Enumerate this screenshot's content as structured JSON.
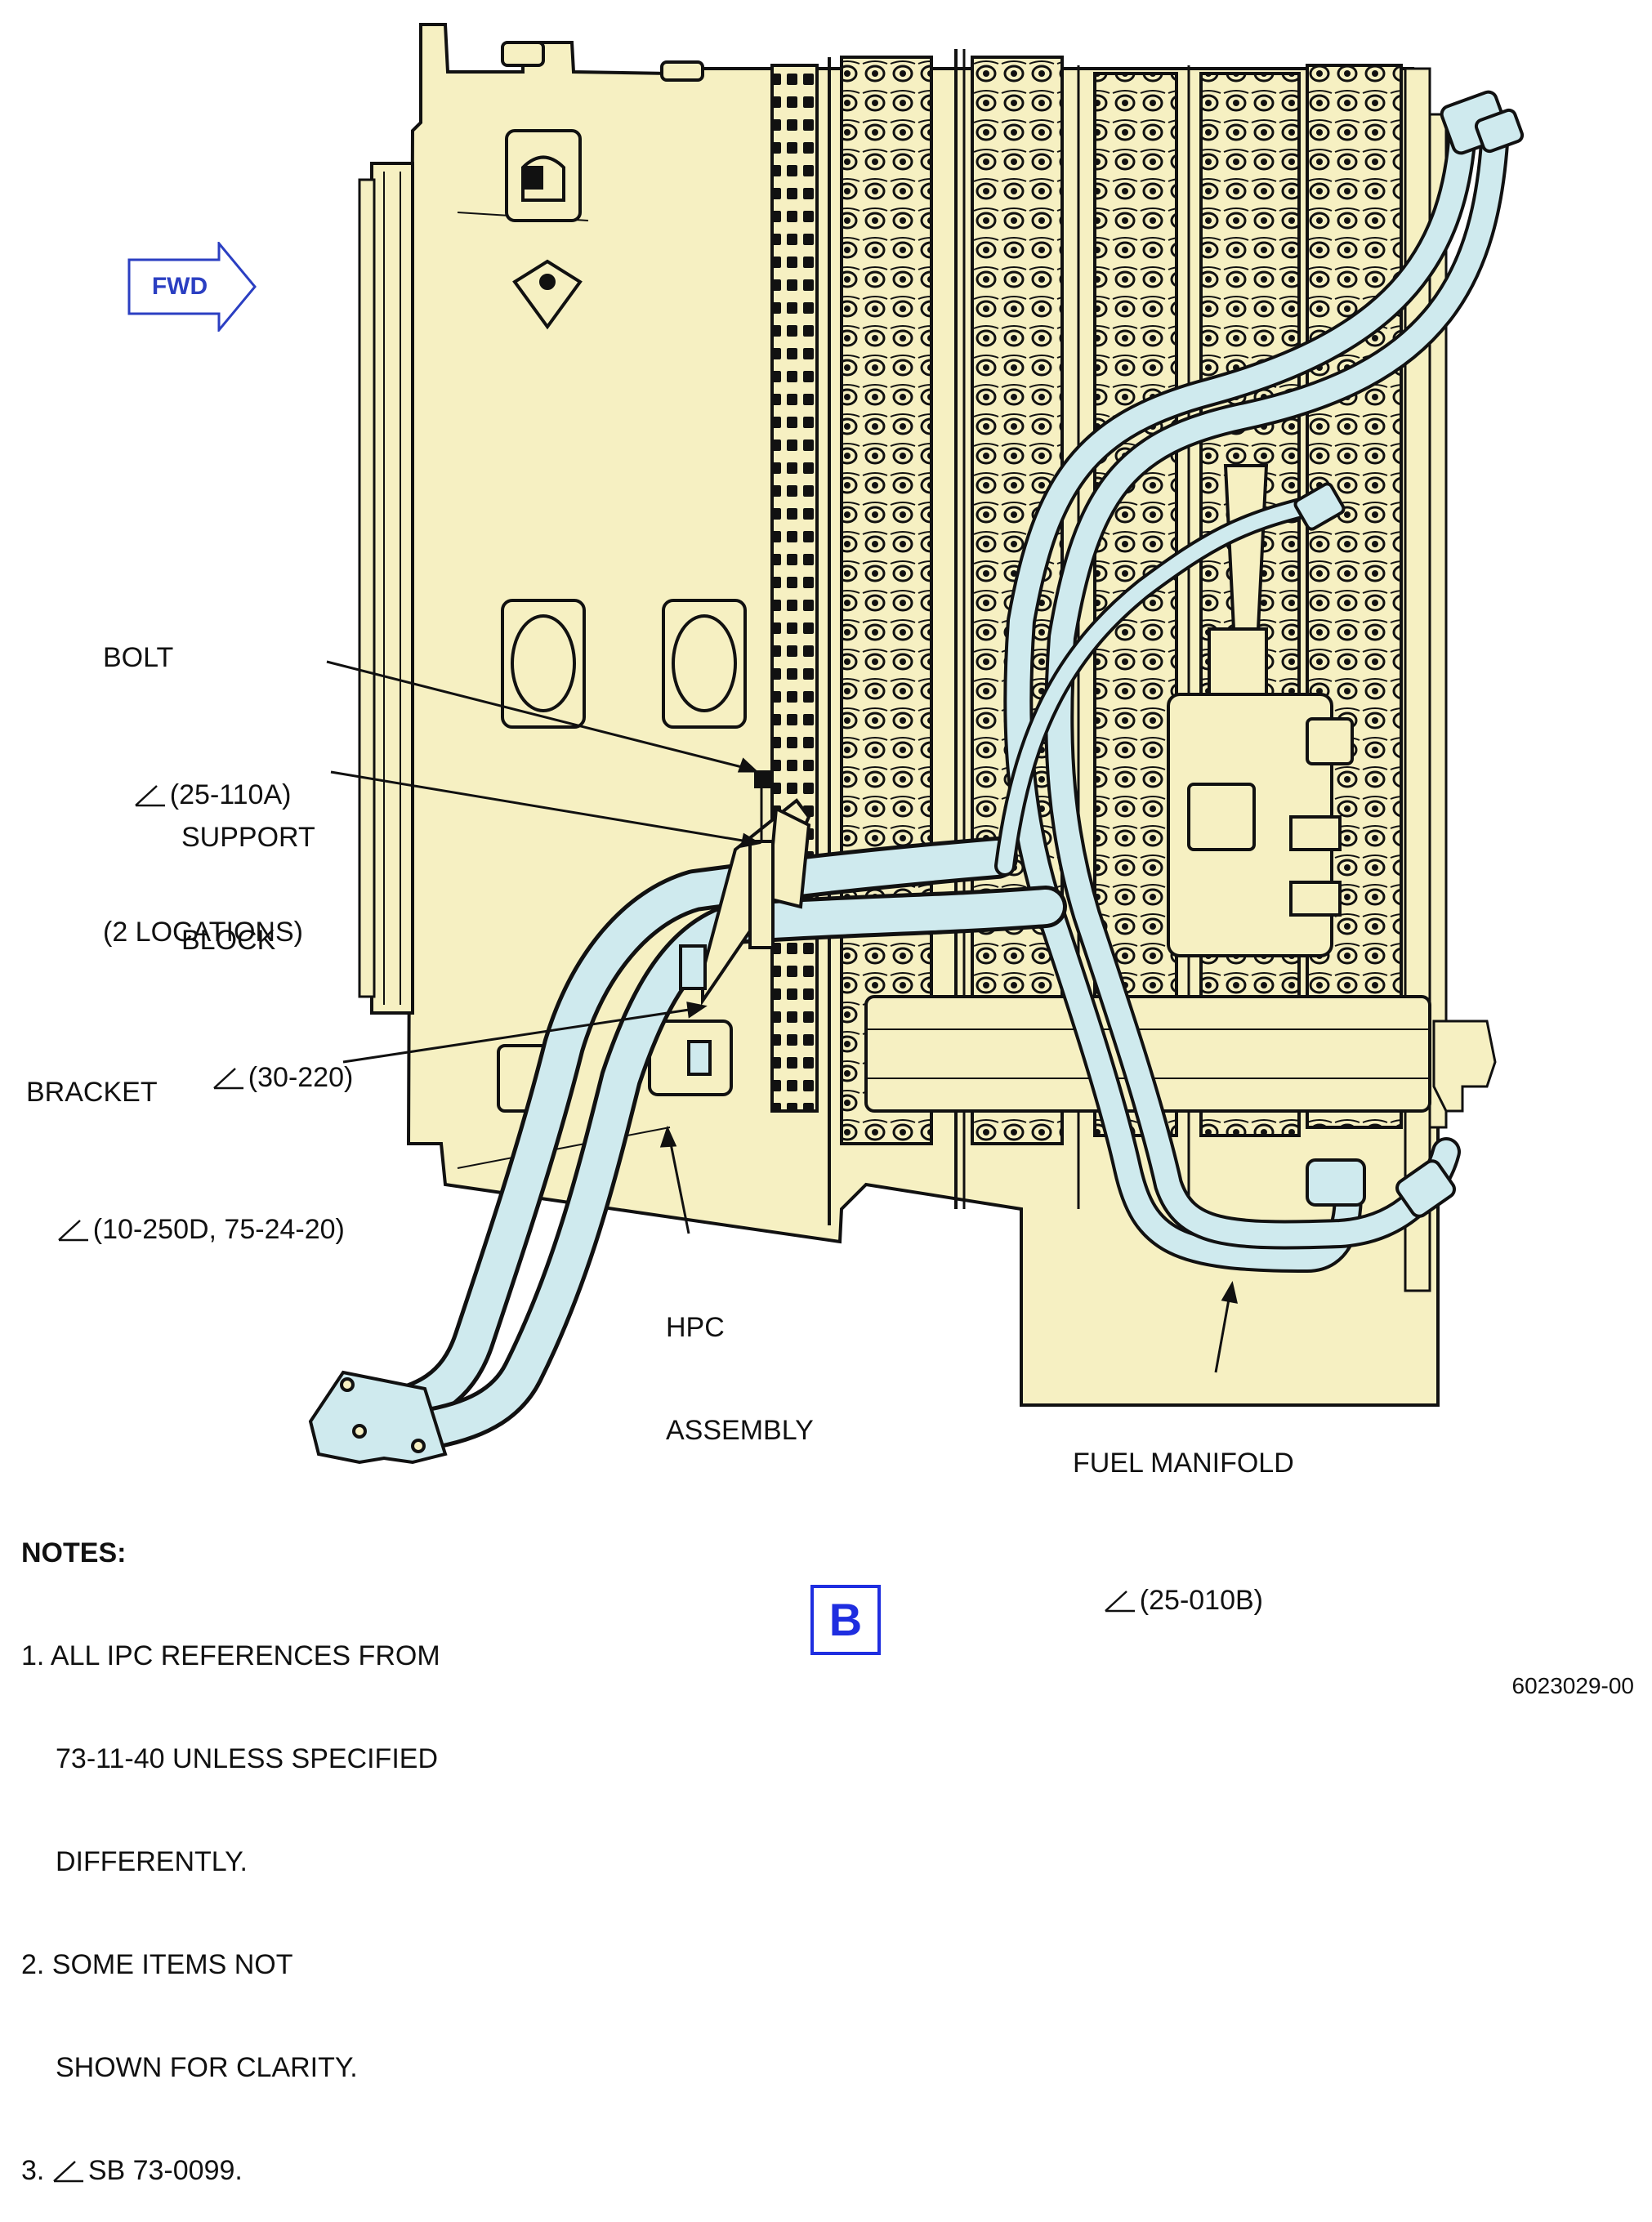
{
  "direction_arrow": {
    "label": "FWD",
    "color": "#2b3fc2"
  },
  "callouts": {
    "bolt": {
      "name": "BOLT",
      "ref": "(25-110A)",
      "qty": "(2 LOCATIONS)"
    },
    "support_block": {
      "line1": "SUPPORT",
      "line2": "BLOCK",
      "ref": "(30-220)"
    },
    "bracket": {
      "name": "BRACKET",
      "ref": "(10-250D, 75-24-20)"
    },
    "hpc_assembly": {
      "line1": "HPC",
      "line2": "ASSEMBLY"
    },
    "fuel_manifold": {
      "name": "FUEL MANIFOLD",
      "ref": "(25-010B)"
    }
  },
  "notes": {
    "heading": "NOTES:",
    "items": [
      {
        "line1": "1. ALL IPC REFERENCES FROM",
        "line2": "73-11-40 UNLESS SPECIFIED",
        "line3": "DIFFERENTLY."
      },
      {
        "line1": "2. SOME ITEMS NOT",
        "line2": "SHOWN FOR CLARITY."
      },
      {
        "prefix": "3.",
        "text": "SB 73-0099."
      }
    ]
  },
  "view_label": {
    "text": "B",
    "color": "#1f2ee0"
  },
  "figure_id": "6023029-00",
  "colors": {
    "casing": "#f6f0c2",
    "tubing": "#cfeaee",
    "outline": "#111111"
  },
  "icons": [
    "effectivity-triangle-icon",
    "fwd-arrow-icon"
  ]
}
